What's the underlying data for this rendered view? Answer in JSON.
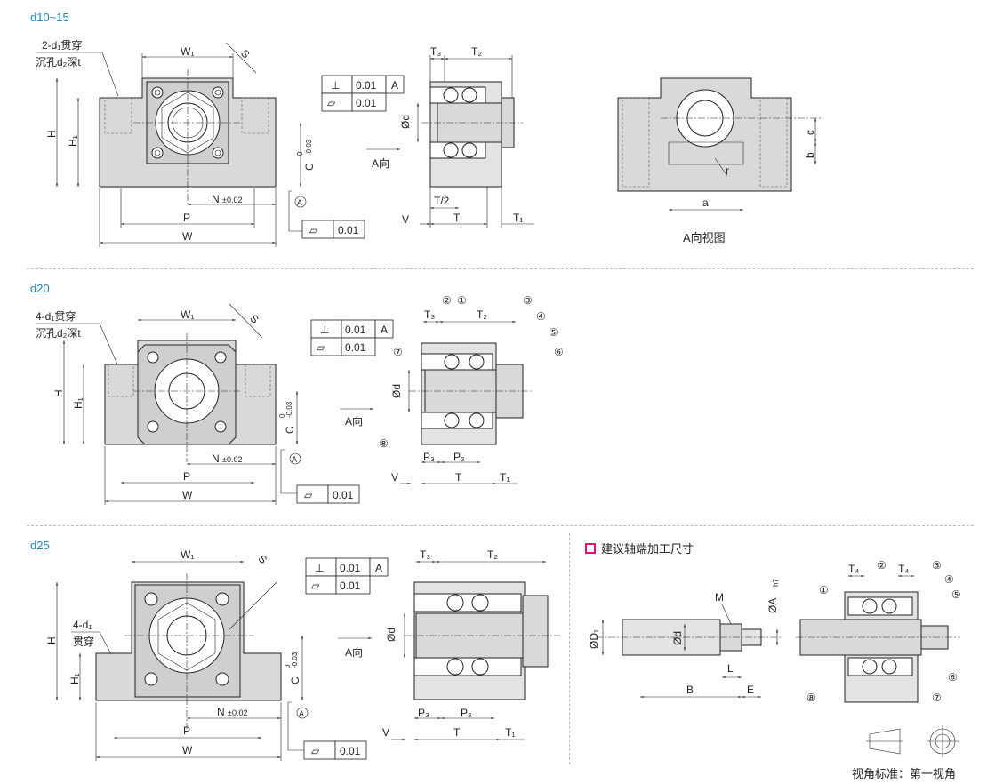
{
  "sections": {
    "s1": "d10~15",
    "s2": "d20",
    "s3": "d25"
  },
  "notes": {
    "s1_hole_line1": "2-d₁贯穿",
    "s1_hole_line2": "沉孔d₂深t",
    "s2_hole_line1": "4-d₁贯穿",
    "s2_hole_line2": "沉孔d₂深t",
    "s3_hole_line1": "4-d₁",
    "s3_hole_line2": "贯穿"
  },
  "dims": {
    "W1": "W₁",
    "S": "S",
    "H": "H",
    "H1": "H₁",
    "C": "C",
    "C_tol_top": "0",
    "C_tol_bot": "-0.03",
    "N": "N",
    "N_tol": "±0.02",
    "P": "P",
    "W": "W",
    "A_circle": "A",
    "T3": "T₃",
    "T2": "T₂",
    "T": "T",
    "T1": "T₁",
    "T_half": "T/2",
    "V": "V",
    "d": "Ød",
    "a": "a",
    "b": "b",
    "c": "c",
    "r": "r",
    "P3": "P₃",
    "P2": "P₂",
    "T4": "T₄",
    "M": "M",
    "D1": "ØD₁",
    "A_h7": "ØA",
    "h7": "h7",
    "L": "L",
    "B": "B",
    "E": "E"
  },
  "tolerances": {
    "perp_symbol": "⊥",
    "flat_symbol": "▱",
    "perp_value": "0.01",
    "perp_datum": "A",
    "flat_value": "0.01"
  },
  "labels": {
    "a_direction": "A向",
    "a_view": "A向视图",
    "suggest_title": "建议轴端加工尺寸",
    "projection": "视角标准：第一视角"
  },
  "callouts": [
    "①",
    "②",
    "③",
    "④",
    "⑤",
    "⑥",
    "⑦",
    "⑧"
  ],
  "colors": {
    "section_label": "#1a86c8",
    "suggest_mark": "#e0107c",
    "body_fill": "#d9d9d9"
  }
}
